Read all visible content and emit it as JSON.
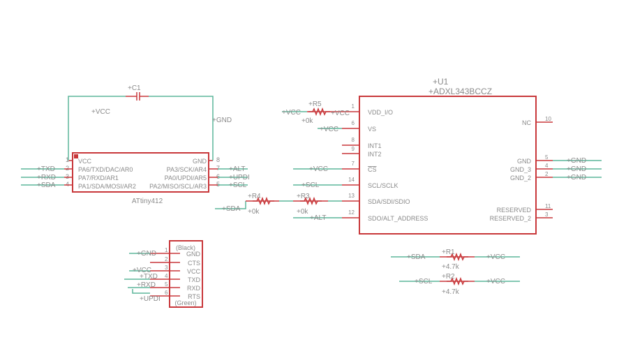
{
  "colors": {
    "wire": "#5cb59a",
    "part": "#c8373a",
    "text": "#8a8a8a"
  },
  "attiny": {
    "name": "ATtiny412",
    "pins_left": [
      {
        "num": "1",
        "label": "VCC"
      },
      {
        "num": "2",
        "label": "PA6/TXD/DAC/AR0"
      },
      {
        "num": "3",
        "label": "PA7/RXD/AR1"
      },
      {
        "num": "4",
        "label": "PA1/SDA/MOSI/AR2"
      }
    ],
    "pins_right": [
      {
        "num": "8",
        "label": "GND"
      },
      {
        "num": "7",
        "label": "PA3/SCK/AR4"
      },
      {
        "num": "6",
        "label": "PA0/UPDI/AR5"
      },
      {
        "num": "5",
        "label": "PA2/MISO/SCL/AR3"
      }
    ],
    "nets_left": [
      "+TXD",
      "+RXD",
      "+SDA"
    ],
    "nets_right": [
      "+ALT",
      "+UPDI",
      "+SCL"
    ]
  },
  "c1": {
    "name": "+C1",
    "vcc": "+VCC",
    "gnd": "+GND"
  },
  "adxl": {
    "ref": "+U1",
    "name": "+ADXL343BCCZ",
    "pins_left": [
      {
        "num": "1",
        "label": "VDD_I/O"
      },
      {
        "num": "6",
        "label": "VS"
      },
      {
        "num": "8",
        "label": "INT1"
      },
      {
        "num": "9",
        "label": "INT2"
      },
      {
        "num": "7",
        "label": "CS"
      },
      {
        "num": "14",
        "label": "SCL/SCLK"
      },
      {
        "num": "13",
        "label": "SDA/SDI/SDIO"
      },
      {
        "num": "12",
        "label": "SDO/ALT_ADDRESS"
      }
    ],
    "pins_right": [
      {
        "num": "10",
        "label": "NC"
      },
      {
        "num": "5",
        "label": "GND"
      },
      {
        "num": "4",
        "label": "GND_3"
      },
      {
        "num": "2",
        "label": "GND_2"
      },
      {
        "num": "11",
        "label": "RESERVED"
      },
      {
        "num": "3",
        "label": "RESERVED_2"
      }
    ],
    "nets": {
      "vdd_left": "+VCC",
      "vdd_right": "+VCC",
      "vs": "+VCC",
      "cs": "+VCC",
      "scl": "+SCL",
      "alt": "+ALT",
      "gnd": [
        "+GND",
        "+GND",
        "+GND"
      ]
    }
  },
  "resistors": {
    "r5": {
      "name": "+R5",
      "value": "+0k"
    },
    "r4": {
      "name": "+R4",
      "value": "+0k",
      "net": "+SDA"
    },
    "r3": {
      "name": "+R3",
      "value": "+0k"
    },
    "r1": {
      "name": "+R1",
      "value": "+4.7k",
      "left": "+SDA",
      "right": "+VCC"
    },
    "r2": {
      "name": "+R2",
      "value": "+4.7k",
      "left": "+SCL",
      "right": "+VCC"
    }
  },
  "ftdi": {
    "top": "(Black)",
    "bottom": "(Green)",
    "pins": [
      {
        "num": "1",
        "label": "GND"
      },
      {
        "num": "2",
        "label": "CTS"
      },
      {
        "num": "3",
        "label": "VCC"
      },
      {
        "num": "4",
        "label": "TXD"
      },
      {
        "num": "5",
        "label": "RXD"
      },
      {
        "num": "6",
        "label": "RTS"
      }
    ],
    "nets": [
      "+GND",
      "+VCC",
      "+TXD",
      "+RXD",
      "+UPDI"
    ]
  }
}
